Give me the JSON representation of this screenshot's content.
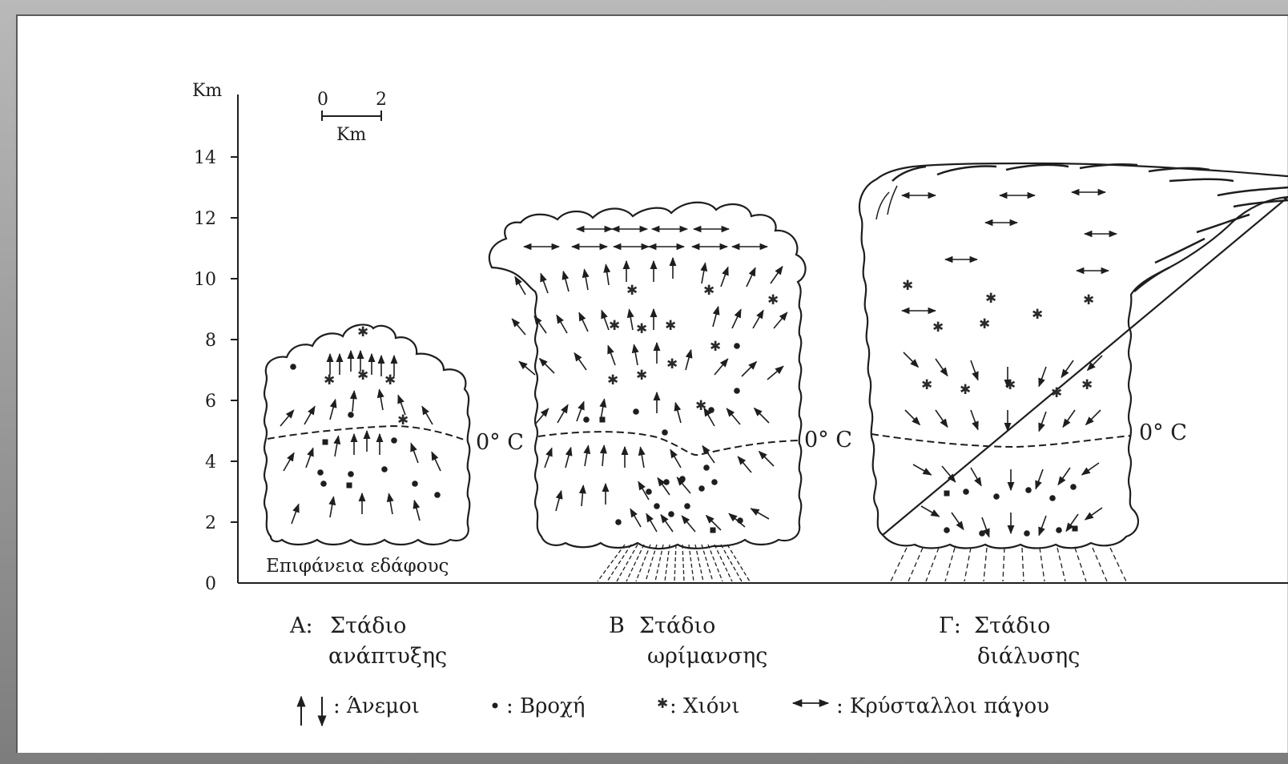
{
  "axis": {
    "unit": "Km",
    "ticks": [
      "0",
      "2",
      "4",
      "6",
      "8",
      "10",
      "12",
      "14"
    ]
  },
  "scale_bar": {
    "left": "0",
    "right": "2",
    "unit": "Km"
  },
  "freezing_label": "0° C",
  "ground_label": "Επιφάνεια εδάφους",
  "stages": [
    {
      "letter": "Α:",
      "title": "Στάδιο",
      "subtitle": "ανάπτυξης"
    },
    {
      "letter": "Β",
      "title": "Στάδιο",
      "subtitle": "ωρίμανσης"
    },
    {
      "letter": "Γ:",
      "title": "Στάδιο",
      "subtitle": "διάλυσης"
    }
  ],
  "legend": {
    "winds": ": Άνεμοι",
    "rain": ": Βροχή",
    "snow": ": Χιόνι",
    "ice": ": Κρύσταλλοι πάγου"
  }
}
